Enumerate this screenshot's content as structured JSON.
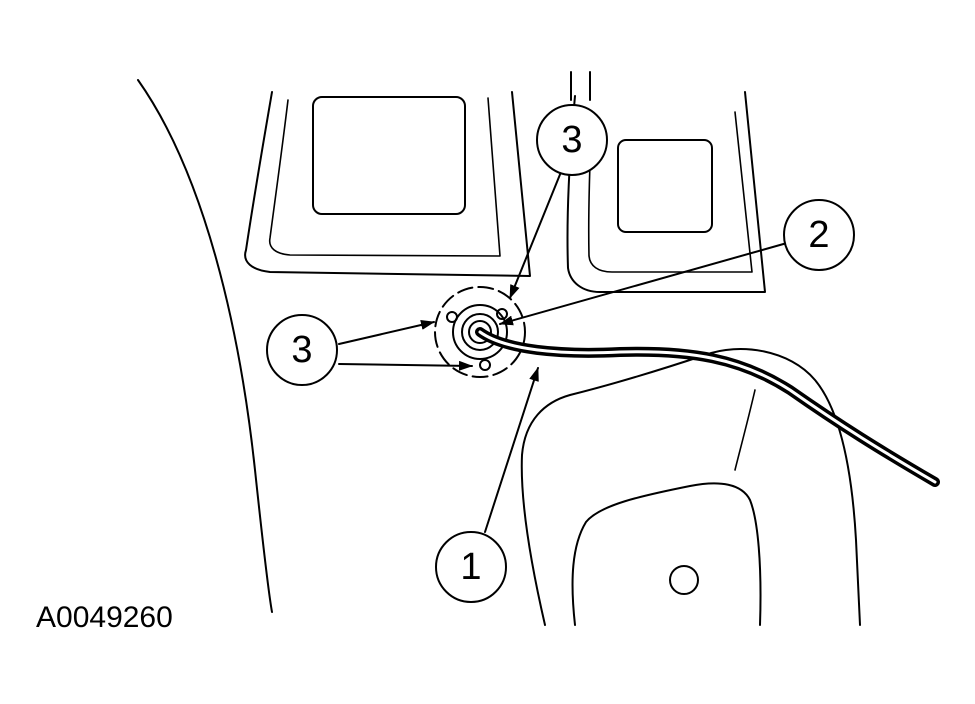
{
  "figure_id": "A0049260",
  "callouts": {
    "one": "1",
    "two": "2",
    "three_top": "3",
    "three_left": "3"
  },
  "colors": {
    "line": "#000000",
    "background": "#ffffff"
  }
}
